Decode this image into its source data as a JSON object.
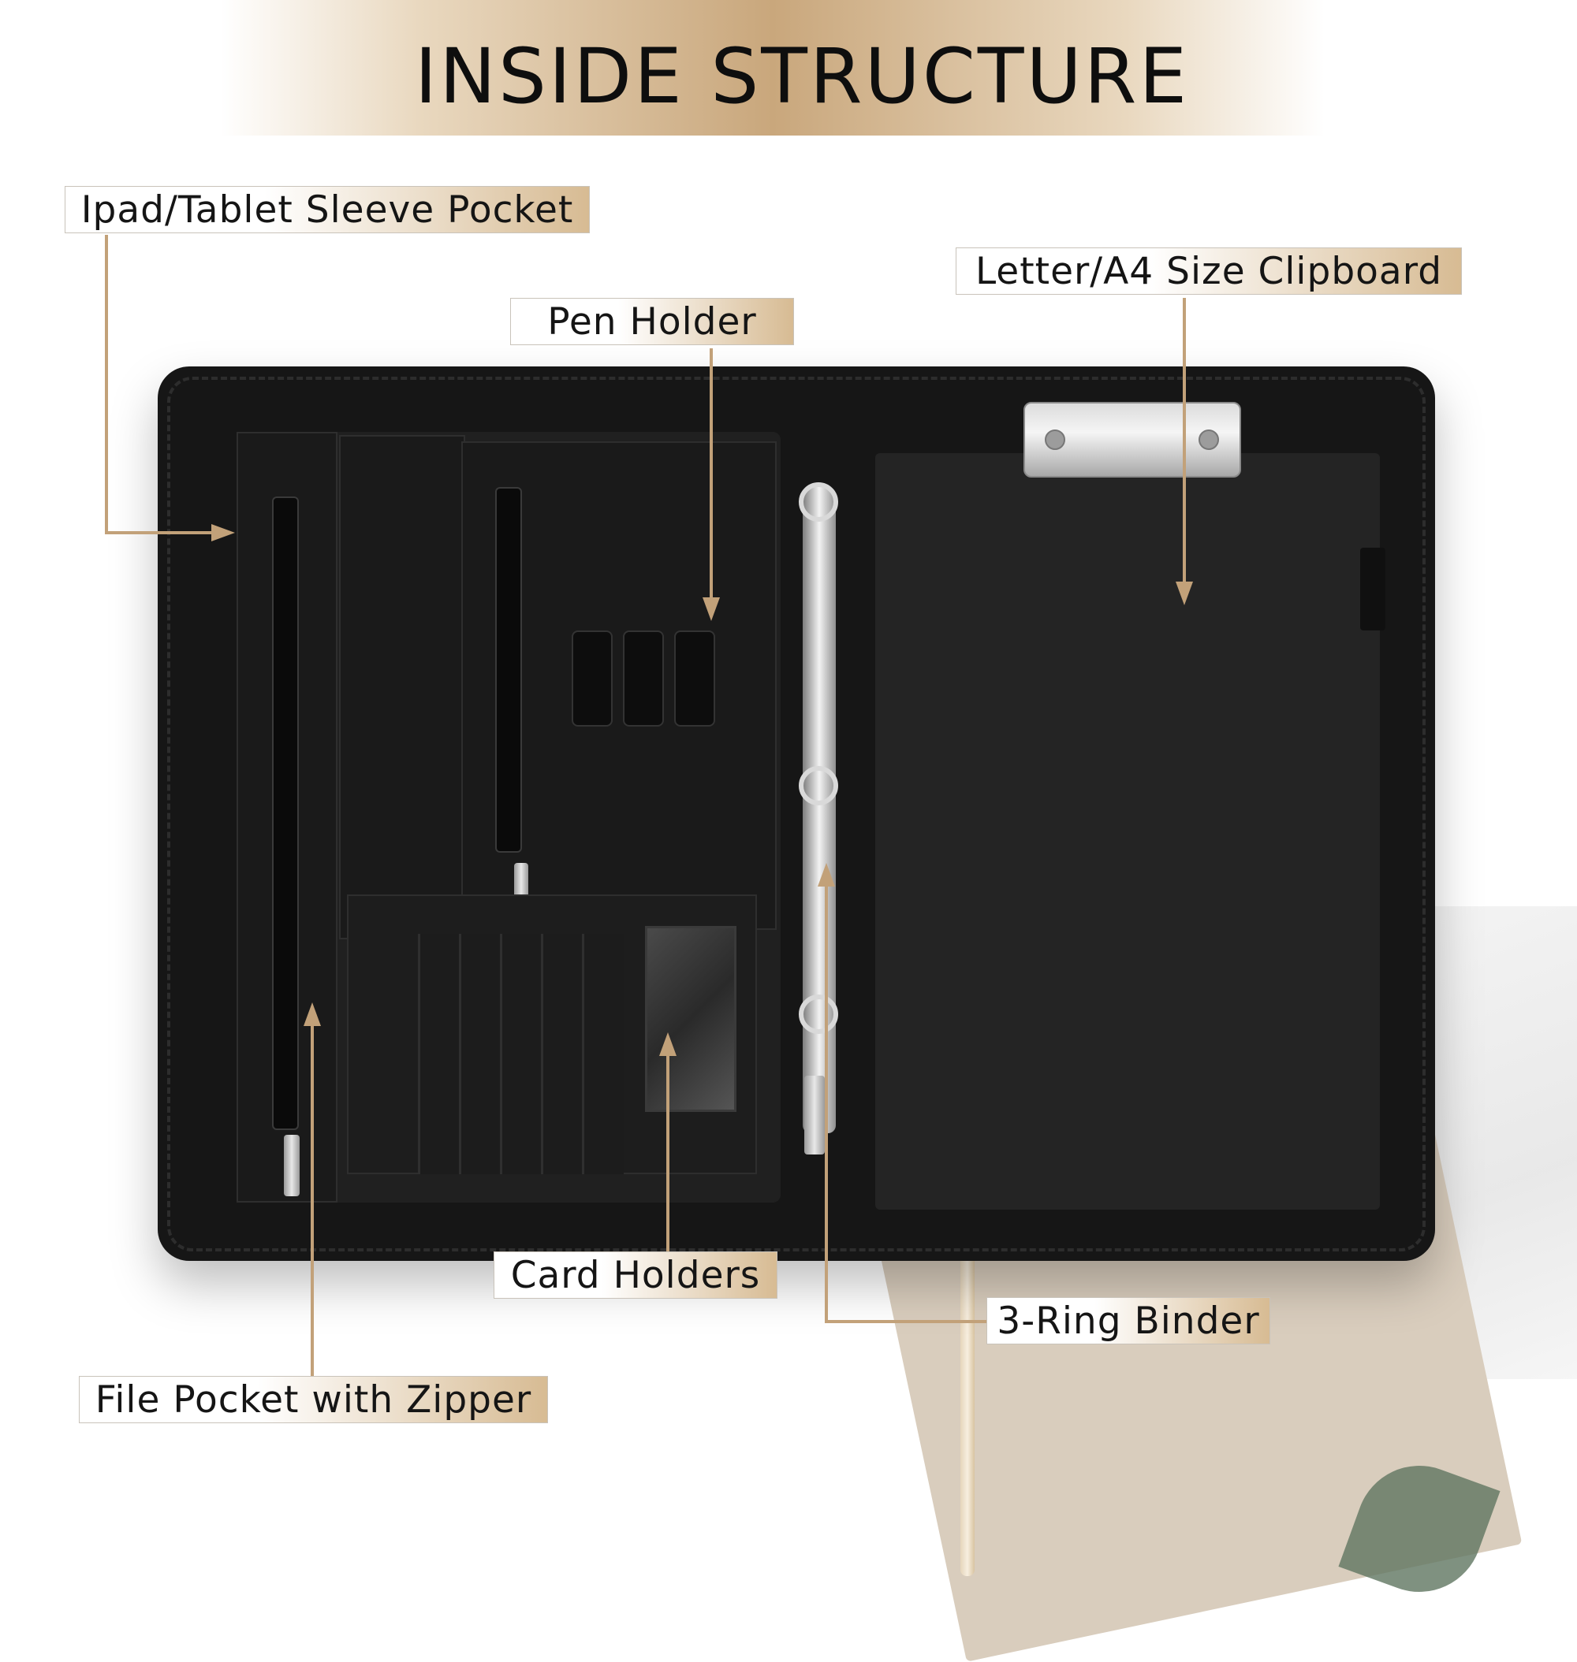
{
  "header": {
    "title": "INSIDE STRUCTURE"
  },
  "callouts": {
    "ipad_sleeve": "Ipad/Tablet Sleeve Pocket",
    "pen_holder": "Pen Holder",
    "clipboard": "Letter/A4 Size Clipboard",
    "card_holders": "Card Holders",
    "ring_binder": "3-Ring Binder",
    "file_pocket": "File Pocket with Zipper"
  },
  "colors": {
    "accent_gold": "#c2a179",
    "banner_gold": "#c9a77c",
    "portfolio_black": "#161616"
  }
}
